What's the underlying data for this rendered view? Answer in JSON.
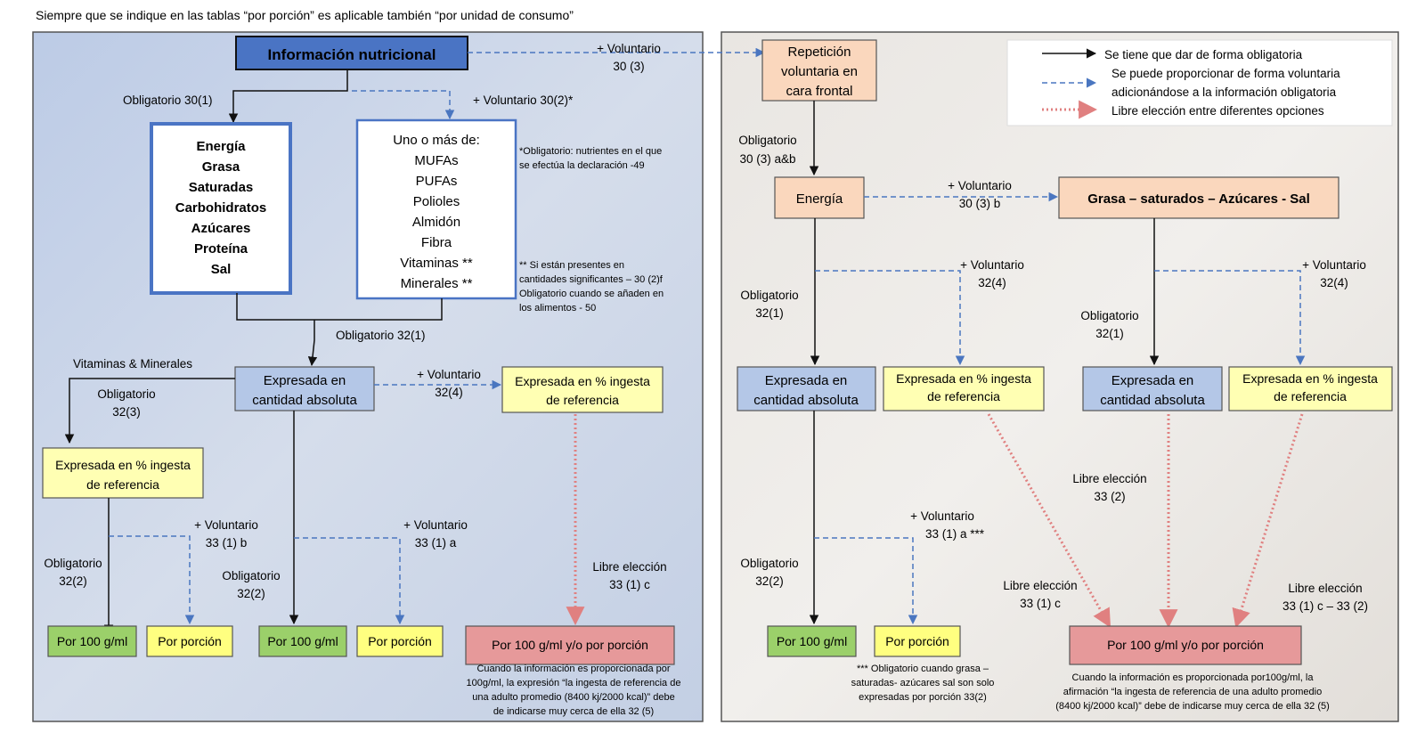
{
  "header": {
    "note": "Siempre que se indique en las tablas “por porción” es aplicable también “por unidad de consumo”"
  },
  "legend": {
    "mandatory": "Se tiene que dar de forma obligatoria",
    "voluntary": [
      "Se puede proporcionar de forma voluntaria",
      "adicionándose a la información obligatoria"
    ],
    "free_choice": "Libre elección entre diferentes opciones"
  },
  "left": {
    "main_title": "Información nutricional",
    "mandatory_list": [
      "Energía",
      "Grasa",
      "Saturadas",
      "Carbohidratos",
      "Azúcares",
      "Proteína",
      "Sal"
    ],
    "optional_title": "Uno o más de:",
    "optional_list": [
      "MUFAs",
      "PUFAs",
      "Polioles",
      "Almidón",
      "Fibra",
      "Vitaminas **",
      "Minerales **"
    ],
    "note_star": [
      "*Obligatorio: nutrientes en el que",
      "se efectúa la declaración -49"
    ],
    "note_dstar": [
      "**  Si  están  presentes  en",
      "cantidades significantes  – 30 (2)f",
      "Obligatorio cuando se añaden en",
      "los alimentos - 50"
    ],
    "absolute": [
      "Expresada en",
      "cantidad absoluta"
    ],
    "percent_ref": [
      "Expresada en %  ingesta",
      "de referencia"
    ],
    "percent_ref_vm": [
      "Expresada en %  ingesta",
      "de referencia"
    ],
    "per100_a": "Por 100 g/ml",
    "portion_a": "Por porción",
    "per100_b": "Por 100 g/ml",
    "portion_b": "Por porción",
    "final": "Por 100 g/ml y/o por porción",
    "final_note": [
      "Cuando la información es proporcionada por",
      "100g/ml, la expresión “la ingesta de referencia de",
      "una adulto promedio (8400 kj/2000 kcal)” debe",
      "de indicarse muy cerca de ella 32 (5)"
    ],
    "labels": {
      "oblig_30_1": "Obligatorio 30(1)",
      "vol_30_2": "+ Voluntario 30(2)*",
      "vol_30_3": [
        "+ Voluntario",
        "30 (3)"
      ],
      "oblig_32_1": "Obligatorio 32(1)",
      "vit_min": "Vitaminas & Minerales",
      "oblig_32_3": [
        "Obligatorio",
        "32(3)"
      ],
      "vol_32_4": [
        "+ Voluntario",
        "32(4)"
      ],
      "oblig_32_2a": [
        "Obligatorio",
        "32(2)"
      ],
      "vol_33_1b": [
        "+ Voluntario",
        "33 (1) b"
      ],
      "oblig_32_2b": [
        "Obligatorio",
        "32(2)"
      ],
      "vol_33_1a": [
        "+ Voluntario",
        "33 (1) a"
      ],
      "libre_33_1c": [
        "Libre elección",
        "33 (1) c"
      ]
    }
  },
  "right": {
    "repeat": [
      "Repetición",
      "voluntaria en",
      "cara frontal"
    ],
    "energy": "Energía",
    "fats": "Grasa – saturados – Azúcares - Sal",
    "abs_1": [
      "Expresada en",
      "cantidad absoluta"
    ],
    "pct_1": [
      "Expresada en %  ingesta",
      "de referencia"
    ],
    "abs_2": [
      "Expresada en",
      "cantidad absoluta"
    ],
    "pct_2": [
      "Expresada en %  ingesta",
      "de referencia"
    ],
    "per100": "Por 100 g/ml",
    "portion": "Por porción",
    "final": "Por 100 g/ml y/o  por porción",
    "note_3star": [
      "*** Obligatorio cuando grasa –",
      "saturadas- azúcares sal son solo",
      "expresadas por porción  33(2)"
    ],
    "final_note": [
      "Cuando la información es proporcionada por100g/ml, la",
      "afirmación “la ingesta de referencia de una adulto promedio",
      "(8400 kj/2000 kcal)” debe de indicarse muy cerca de ella 32 (5)"
    ],
    "labels": {
      "oblig_30_3ab": [
        "Obligatorio",
        "30 (3) a&b"
      ],
      "vol_30_3b": [
        "+ Voluntario",
        "30 (3) b"
      ],
      "oblig_32_1a": [
        "Obligatorio",
        "32(1)"
      ],
      "vol_32_4a": [
        "+ Voluntario",
        "32(4)"
      ],
      "oblig_32_1b": [
        "Obligatorio",
        "32(1)"
      ],
      "vol_32_4b": [
        "+ Voluntario",
        "32(4)"
      ],
      "libre_33_2": [
        "Libre elección",
        "33 (2)"
      ],
      "vol_33_1a": [
        "+ Voluntario",
        "33 (1) a ***"
      ],
      "oblig_32_2": [
        "Obligatorio",
        "32(2)"
      ],
      "libre_33_1c": [
        "Libre elección",
        "33 (1) c"
      ],
      "libre_33_1c_2": [
        "Libre elección",
        "33 (1) c – 33 (2)"
      ]
    }
  },
  "colors": {
    "panel_left": "#c9d3e6",
    "panel_right": "#e6e2dd",
    "title_box": "#4a74c4",
    "blue_box": "#b4c7e7",
    "yellow_box": "#ffffb3",
    "green_box": "#9bd06a",
    "red_box": "#e6999a",
    "peach_box": "#fad7bd",
    "dash_blue": "#4a76c0",
    "dot_red": "#e08080"
  }
}
